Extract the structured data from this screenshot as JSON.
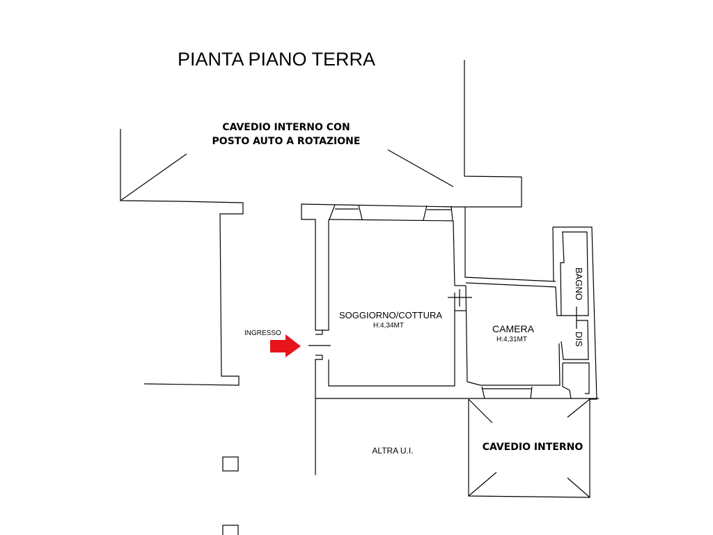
{
  "title": "PIANTA PIANO TERRA",
  "labels": {
    "courtyard_top_line1": "CAVEDIO INTERNO CON",
    "courtyard_top_line2": "POSTO AUTO A ROTAZIONE",
    "entrance": "INGRESSO",
    "living_room": "SOGGIORNO/COTTURA",
    "living_room_height": "H:4,34MT",
    "bedroom": "CAMERA",
    "bedroom_height": "H:4,31MT",
    "bathroom": "BAGNO",
    "hallway": "DIS",
    "other_unit": "ALTRA U.I.",
    "courtyard_bottom": "CAVEDIO INTERNO"
  },
  "colors": {
    "arrow": "#e8141c",
    "lines": "#000000"
  }
}
